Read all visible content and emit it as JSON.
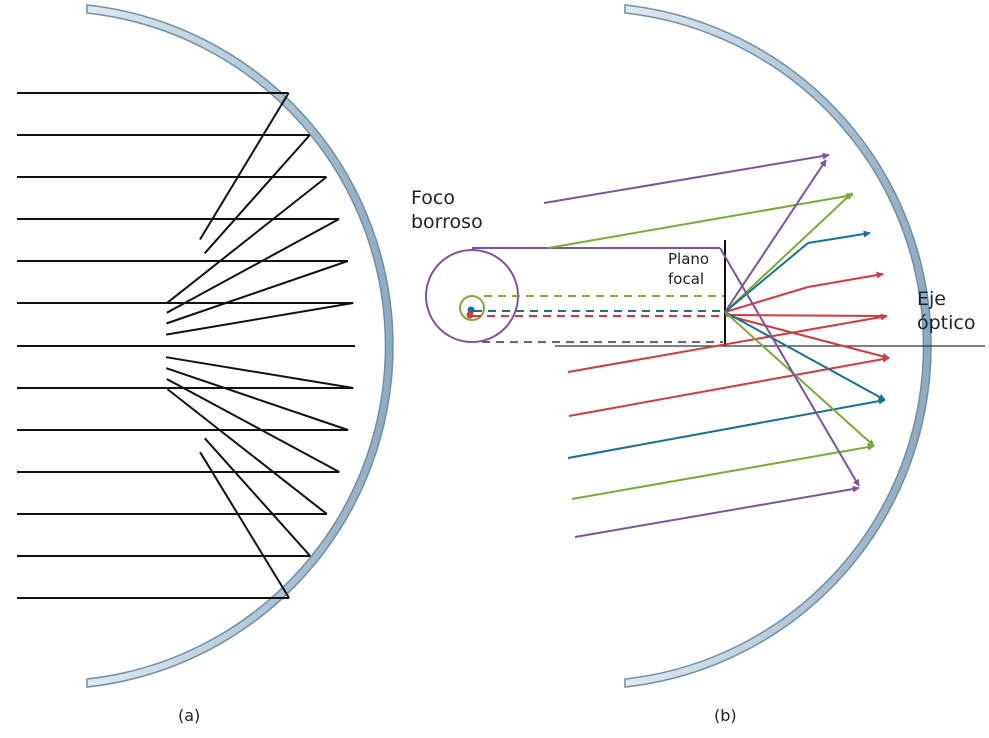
{
  "panel_a": {
    "caption": "(a)"
  },
  "panel_b": {
    "caption": "(b)",
    "label_blur_line1": "Foco",
    "label_blur_line2": "borroso",
    "label_focal_line1": "Plano",
    "label_focal_line2": "focal",
    "label_axis_line1": "Eje",
    "label_axis_line2": "óptico"
  },
  "colors": {
    "mirror_fill": "#b8ccda",
    "mirror_edge": "#6f8fa8",
    "ray": "#111111",
    "purple": "#7b569b",
    "green": "#7aab3a",
    "blue": "#1b6f94",
    "red": "#cf3b3e",
    "axis": "#333333"
  }
}
